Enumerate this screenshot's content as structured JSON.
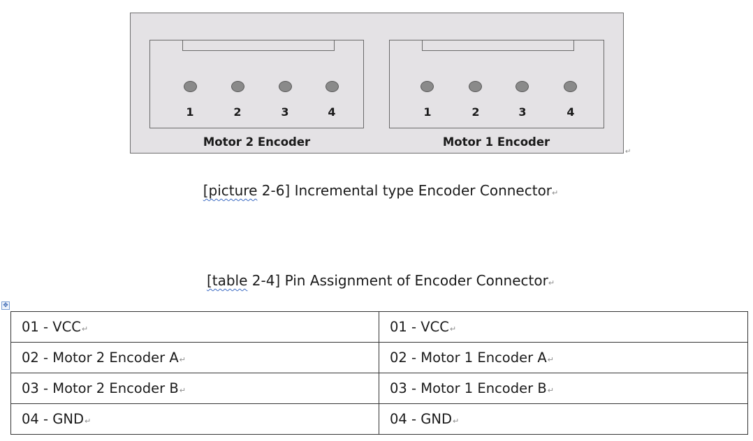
{
  "figure": {
    "connectors": [
      {
        "label": "Motor 2 Encoder",
        "pins": [
          "1",
          "2",
          "3",
          "4"
        ]
      },
      {
        "label": "Motor 1 Encoder",
        "pins": [
          "1",
          "2",
          "3",
          "4"
        ]
      }
    ]
  },
  "picture_caption": {
    "prefix": "[picture",
    "rest": " 2-6] Incremental type Encoder Connector"
  },
  "table_caption": {
    "prefix": "[table",
    "rest": " 2-4] Pin Assignment of Encoder Connector"
  },
  "pin_table": {
    "rows": [
      [
        "01 - VCC",
        "01 - VCC"
      ],
      [
        "02 - Motor 2 Encoder A",
        "02 - Motor 1 Encoder A"
      ],
      [
        "03 - Motor 2 Encoder B",
        "03 - Motor 1 Encoder B"
      ],
      [
        "04 - GND",
        "04 - GND"
      ]
    ]
  },
  "marks": {
    "paragraph": "↵",
    "move_handle": "✥"
  }
}
